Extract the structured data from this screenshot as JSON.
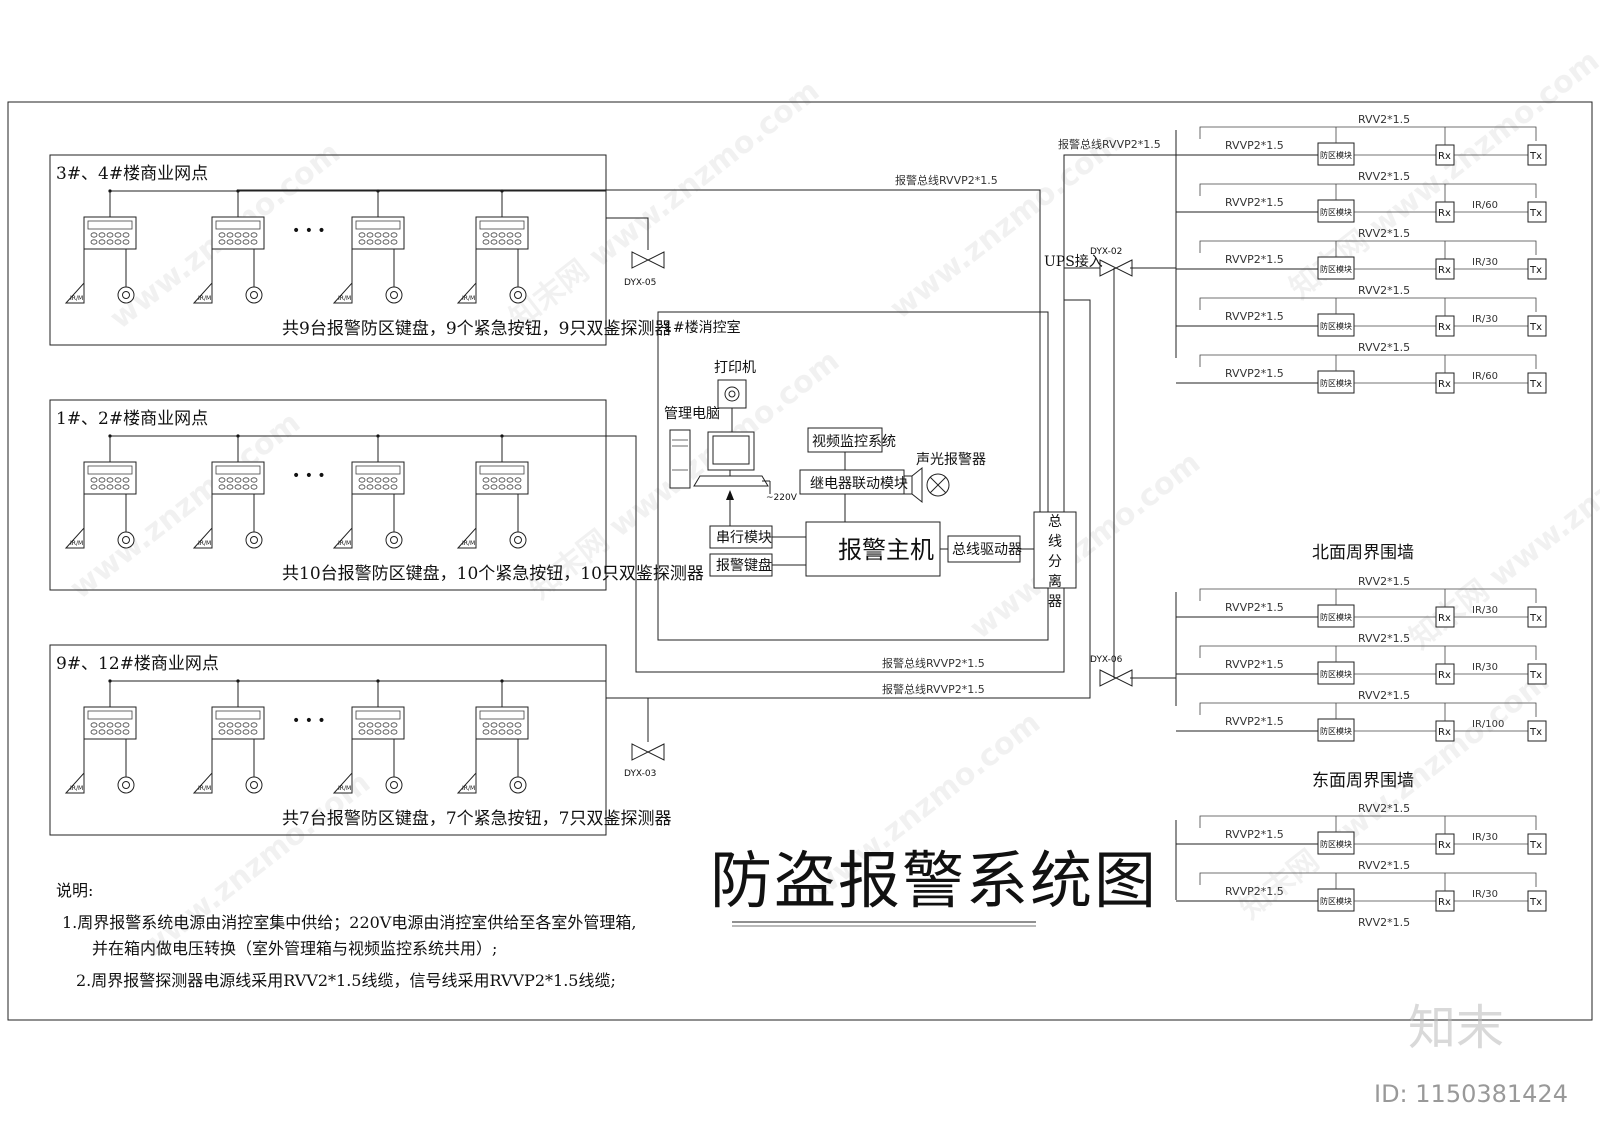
{
  "title": "防盗报警系统图",
  "zones": [
    {
      "name": "3#、4#楼商业网点",
      "summary": "共9台报警防区键盘，9个紧急按钮，9只双鉴探测器",
      "dyx": "DYX-05"
    },
    {
      "name": "1#、2#楼商业网点",
      "summary": "共10台报警防区键盘，10个紧急按钮，10只双鉴探测器",
      "dyx": ""
    },
    {
      "name": "9#、12#楼商业网点",
      "summary": "共7台报警防区键盘，7个紧急按钮，7只双鉴探测器",
      "dyx": "DYX-03"
    }
  ],
  "detector_label": "IR/M",
  "ellipsis": "• • •",
  "control_room": {
    "name": "1#楼消控室",
    "printer": "打印机",
    "pc": "管理电脑",
    "video": "视频监控系统",
    "relay": "继电器联动模块",
    "siren": "声光报警器",
    "serial": "串行模块",
    "keyboard": "报警键盘",
    "host": "报警主机",
    "bus_driver": "总线驱动器",
    "splitter": "总线分离器",
    "power": "~220V"
  },
  "cables": {
    "bus": "报警总线RVVP2*1.5",
    "power": "RVV2*1.5",
    "signal": "RVVP2*1.5"
  },
  "ups": "UPS接入",
  "dyx_02": "DYX-02",
  "dyx_06": "DYX-06",
  "perimeter": {
    "north": "北面周界围墙",
    "east": "东面周界围墙",
    "module": "防区模块",
    "rx": "Rx",
    "tx": "Tx",
    "ir_north_top": [
      "",
      "IR/60",
      "IR/30",
      "IR/30",
      "IR/60"
    ],
    "ir_north": [
      "IR/30",
      "IR/30",
      "IR/100"
    ],
    "ir_east": [
      "IR/30",
      "IR/30"
    ]
  },
  "notes": {
    "heading": "说明:",
    "line1": "1.周界报警系统电源由消控室集中供给；220V电源由消控室供给至各室外管理箱,",
    "line2": "并在箱内做电压转换（室外管理箱与视频监控系统共用）;",
    "line3": "2.周界报警探测器电源线采用RVV2*1.5线缆，信号线采用RVVP2*1.5线缆;"
  },
  "watermark": "www.znzmo.com",
  "watermark_cn": "知末网",
  "brand": "知末",
  "id_text": "ID: 1150381424"
}
